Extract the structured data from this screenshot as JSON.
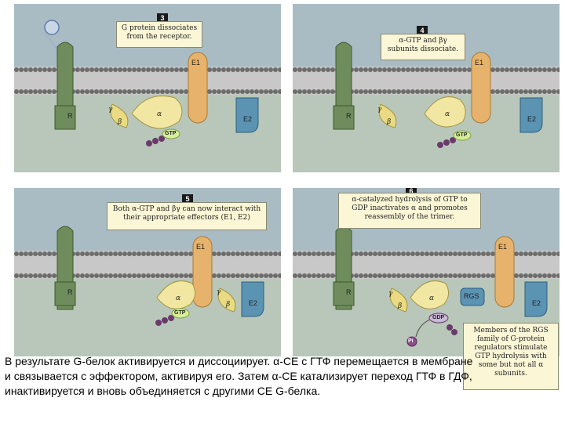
{
  "panels": [
    {
      "number": "3",
      "callout": "G protein dissociates from the receptor.",
      "receptor": "R",
      "effector1": "E1",
      "effector2": "E2",
      "gamma": "γ",
      "beta": "β",
      "alpha": "α",
      "gtp": "GTP"
    },
    {
      "number": "4",
      "callout": "α-GTP and βγ subunits dissociate.",
      "receptor": "R",
      "effector1": "E1",
      "effector2": "E2",
      "gamma": "γ",
      "beta": "β",
      "alpha": "α",
      "gtp": "GTP"
    },
    {
      "number": "5",
      "callout": "Both α-GTP and βγ can now interact with their appropriate effectors (E1, E2)",
      "receptor": "R",
      "effector1": "E1",
      "effector2": "E2",
      "gamma": "γ",
      "beta": "β",
      "alpha": "α",
      "gtp": "GTP"
    },
    {
      "number": "6",
      "callout": "α-catalyzed hydrolysis of GTP to GDP inactivates α and promotes reassembly of the trimer.",
      "receptor": "R",
      "effector1": "E1",
      "effector2": "E2",
      "gamma": "γ",
      "beta": "β",
      "alpha": "α",
      "rgs": "RGS",
      "gdp": "GDP",
      "pi": "Pi"
    }
  ],
  "rgs_note": "Members of the RGS family of G-protein regulators stimulate GTP hydrolysis with some but not all α subunits.",
  "caption": "В результате G-белок активируется и диссоциирует. α-СЕ с ГТФ перемещается в мембране и связывается с эффектором, активируя его. Затем α-СЕ катализирует переход ГТФ в ГДФ, инактивируется и вновь объединяется с другими СЕ G-белка.",
  "colors": {
    "sky": "#a9bcc4",
    "cytoplasm": "#b8c7b9",
    "membrane_head": "#6d6d6d",
    "membrane_tail": "#c8c8c8",
    "receptor": "#6e8c5c",
    "effector1": "#e7b36c",
    "effector2": "#5b93b3",
    "g_alpha": "#f1e7a2",
    "g_beta_gamma": "#e9da83",
    "gtp": "#6b3a6b"
  }
}
